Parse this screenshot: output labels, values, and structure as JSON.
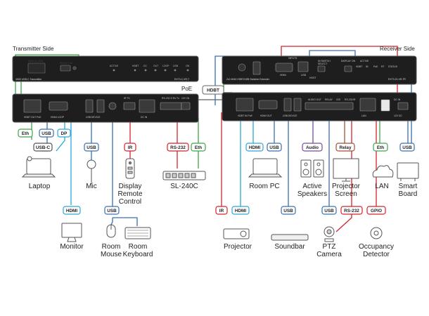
{
  "transmitter": {
    "side_label": "Transmitter Side",
    "front_title": "4K60 USB-C Transmitter",
    "front_model": "EXT3-C-XR-T",
    "front_port_label": "HDMI IN USB",
    "front_btn_label": "SELECT IN",
    "front_leds": [
      "ACTIVE",
      "HDBT",
      "DC",
      "OUT",
      "LOOP",
      "USB",
      "ON"
    ],
    "rear_ports": [
      "HDBT OUT PoE",
      "HDMI LOOP",
      "USB DEVICE",
      "IR TX",
      "RS-232 G Rx Tx",
      "DC IN",
      "12V 2A"
    ],
    "poe_label": "PoE"
  },
  "receiver": {
    "side_label": "Receiver Side",
    "front_title": "2x2 4K60 HDBT/USB Switcher Extender",
    "front_model": "EXT3-21-XR-TR",
    "front_group_label": "INPUTS",
    "front_port_labels": [
      "HDMI",
      "USB",
      "HOST"
    ],
    "front_controls": [
      "IN SWITCH",
      "SELECT",
      "DISPLAY ON",
      "ACTIVE",
      "HDBT",
      "IN",
      "PoE",
      "RT",
      "STATUS"
    ],
    "rear_ports": [
      "HDBT IN PoE",
      "HDMI OUT",
      "USB DEVICE",
      "AUDIO OUT",
      "RELAY",
      "G/D",
      "RS-232",
      "IR",
      "LAN",
      "DC IN",
      "12V DC"
    ]
  },
  "hdbt_label": "HDBT",
  "connectors": {
    "eth_left": "Eth",
    "usb_left": "USB",
    "dp": "DP",
    "usbc": "USB-C",
    "hdmi_monitor": "HDMI",
    "usb_mic": "USB",
    "ir_display": "IR",
    "usb_room": "USB",
    "rs232_sl": "RS-232",
    "eth_sl": "Eth",
    "hdmi_pc": "HDMI",
    "usb_pc": "USB",
    "audio": "Audio",
    "relay": "Relay",
    "eth_lan": "Eth",
    "usb_board": "USB",
    "ir_proj": "IR",
    "hdmi_proj": "HDMI",
    "usb_soundbar": "USB",
    "usb_ptz": "USB",
    "rs232_ptz": "RS-232",
    "gpio": "GPIO"
  },
  "devices": {
    "laptop": "Laptop",
    "mic": "Mic",
    "display_remote": [
      "Display",
      "Remote",
      "Control"
    ],
    "sl240c": "SL-240C",
    "monitor": "Monitor",
    "room_mouse": [
      "Room",
      "Mouse"
    ],
    "room_keyboard": [
      "Room",
      "Keyboard"
    ],
    "room_pc": "Room PC",
    "active_speakers": [
      "Active",
      "Speakers"
    ],
    "projector_screen": [
      "Projector",
      "Screen"
    ],
    "lan": "LAN",
    "smart_board": [
      "Smart",
      "Board"
    ],
    "projector": "Projector",
    "soundbar": "Soundbar",
    "ptz_camera": [
      "PTZ",
      "Camera"
    ],
    "occupancy_detector": [
      "Occupancy",
      "Detector"
    ]
  },
  "colors": {
    "eth": "#3aa648",
    "usb": "#3a6fb0",
    "hdmi": "#2aa7d8",
    "ir": "#d2232a",
    "rs232": "#d2232a",
    "audio": "#7a4a9a",
    "relay": "#a1523a",
    "gpio": "#d2232a",
    "hdbt": "#666666"
  }
}
